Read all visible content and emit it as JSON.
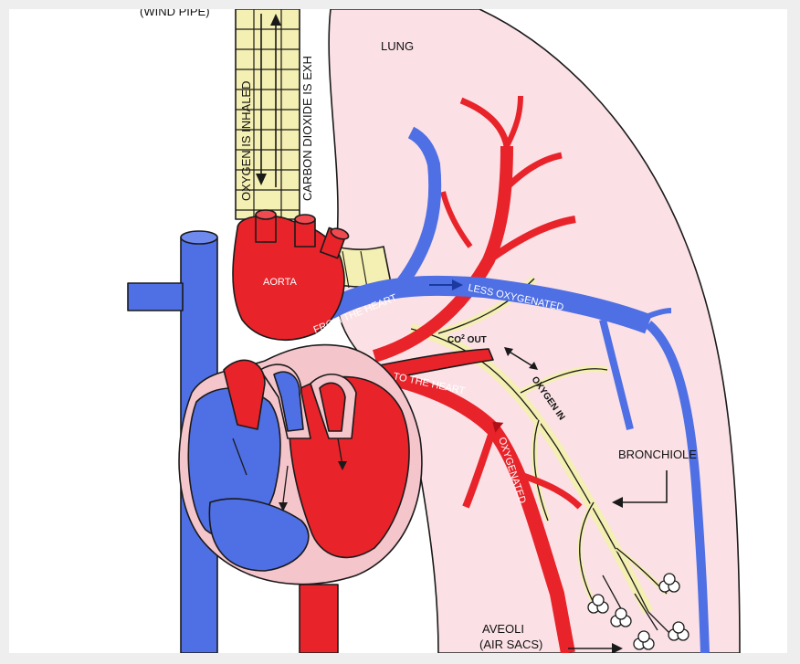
{
  "labels": {
    "windpipe": "(WIND PIPE)",
    "oxygen_inhaled": "OXYGEN IS INHALED",
    "co2_exhaled": "CARBON DIOXIDE IS EXH",
    "lung": "LUNG",
    "aorta": "AORTA",
    "from_the_heart": "FROM THE HEART",
    "less_oxygenated": "LESS OXYGENATED",
    "co2_out": "CO",
    "co2_out_sup": "2",
    "co2_out_suffix": " OUT",
    "oxygen_in": "OXYGEN IN",
    "to_the_heart": "TO THE HEART",
    "oxygenated": "OXYGENATED",
    "bronchiole": "BRONCHIOLE",
    "aveoli": "AVEOLI",
    "air_sacs": "(AIR SACS)"
  },
  "colors": {
    "lung_fill": "#fbe1e6",
    "oxygenated_red": "#e8232a",
    "deoxygenated_blue": "#4f6fe4",
    "airway_yellow": "#f4efb2",
    "outline": "#1a1a1a"
  }
}
